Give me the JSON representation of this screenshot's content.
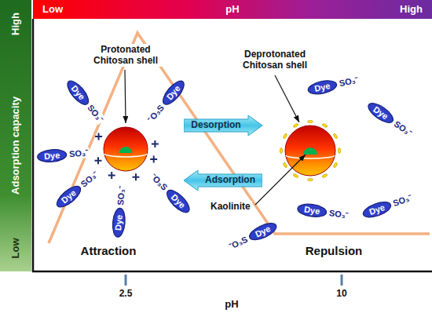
{
  "diagram": {
    "nodes": [
      {
        "text": [
          "Low",
          "pH",
          "High"
        ]
      },
      {
        "text": [
          "High",
          "Adsorption capacity",
          "Low"
        ]
      },
      {
        "text": [
          "Dye",
          "SO₃⁻"
        ]
      },
      {
        "text": [
          "Dye",
          "⁻O₃S"
        ]
      },
      {
        "text": [
          "Dye",
          "⁻O₃S"
        ]
      },
      {
        "text": [
          "Dye",
          "SO₃⁻"
        ]
      },
      {
        "text": [
          "Dye",
          "SO₃⁻"
        ]
      },
      {
        "text": [
          "Dye",
          "SO₃⁻"
        ]
      },
      {
        "text": [
          "Desorption"
        ]
      },
      {
        "text": [
          "Adsorption"
        ]
      },
      {
        "text": [
          "Dye",
          "SO₃⁻"
        ]
      },
      {
        "text": [
          "Dye",
          "SO₃⁻"
        ]
      },
      {
        "text": [
          "Dye",
          "⁻O₃S"
        ]
      },
      {
        "text": [
          "Dye",
          "SO₃⁻"
        ]
      },
      {
        "text": [
          "Dye",
          "SO₃⁻"
        ]
      }
    ],
    "labels": [
      "Protonated Chitosan shell",
      "Deprotonated Chitosan shell",
      "Kaolinite",
      "Attraction",
      "Repulsion",
      "2.5",
      "10",
      "pH"
    ]
  }
}
